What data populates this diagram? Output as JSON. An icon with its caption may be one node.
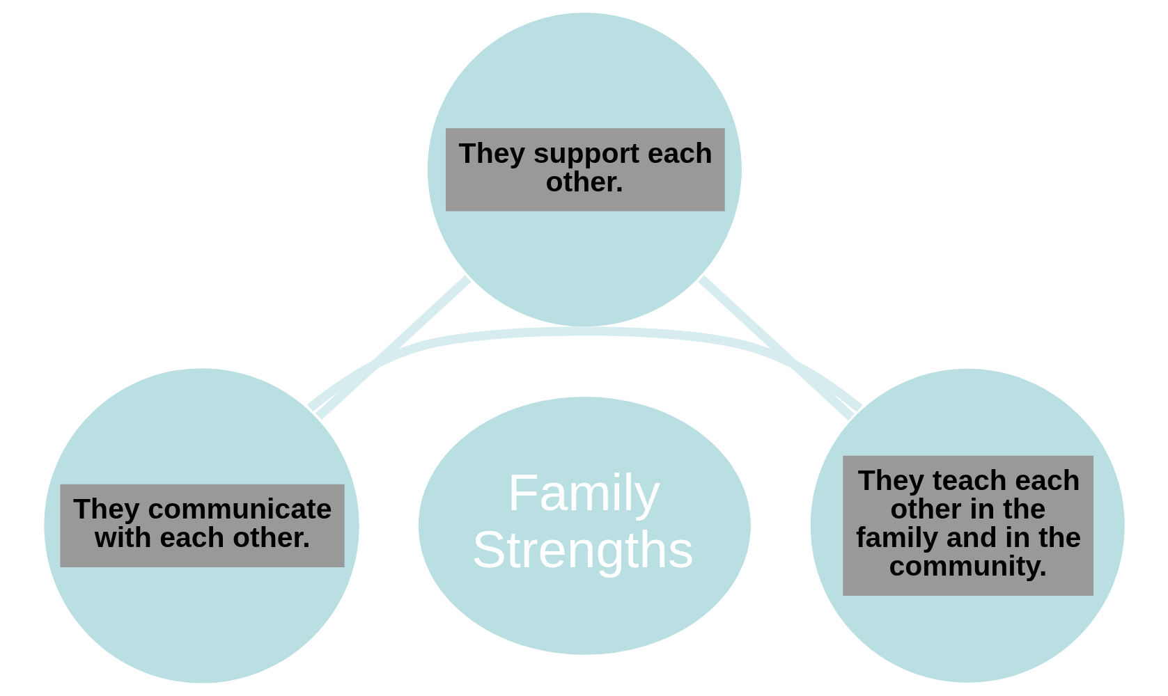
{
  "diagram": {
    "nodes": [
      {
        "text": [
          "Family Strengths"
        ]
      },
      {
        "text": [
          "They support each other."
        ]
      },
      {
        "text": [
          "They communicate with each other."
        ]
      },
      {
        "text": [
          "They teach each other in the family and in the community."
        ]
      }
    ],
    "edges": [
      {
        "from": 2,
        "to": 1,
        "arrow": "none"
      },
      {
        "from": 1,
        "to": 3,
        "arrow": "none"
      },
      {
        "from": 2,
        "to": 3,
        "arrow": "none"
      }
    ]
  }
}
